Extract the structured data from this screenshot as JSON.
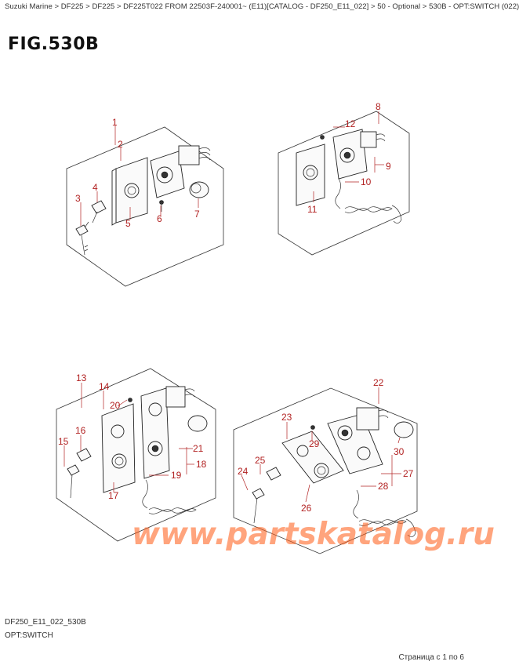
{
  "breadcrumb": "Suzuki Marine > DF225 > DF225 > DF225T022 FROM 22503F-240001~ (E11)[CATALOG - DF250_E11_022] > 50 - Optional > 530B - OPT:SWITCH (022)",
  "figure_title": "FIG.530B",
  "part_numbers": {
    "p1": "1",
    "p2": "2",
    "p3": "3",
    "p4": "4",
    "p5": "5",
    "p6": "6",
    "p7": "7",
    "p8": "8",
    "p9": "9",
    "p10": "10",
    "p11": "11",
    "p12": "12",
    "p13": "13",
    "p14": "14",
    "p15": "15",
    "p16": "16",
    "p17": "17",
    "p18": "18",
    "p19": "19",
    "p20": "20",
    "p21": "21",
    "p22": "22",
    "p23": "23",
    "p24": "24",
    "p25": "25",
    "p26": "26",
    "p27": "27",
    "p28": "28",
    "p29": "29",
    "p30": "30"
  },
  "watermark": "www.partskatalog.ru",
  "footer": {
    "ref_code": "DF250_E11_022_530B",
    "ref_name": "OPT:SWITCH",
    "page_counter": "Страница с 1 по 6"
  },
  "colors": {
    "label": "#b22222",
    "watermark": "#ff5a14"
  }
}
